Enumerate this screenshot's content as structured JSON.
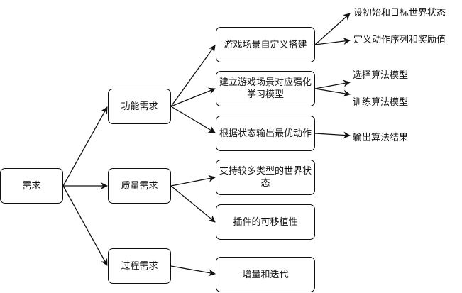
{
  "root": "需求",
  "level1": [
    "功能需求",
    "质量需求",
    "过程需求"
  ],
  "level2": [
    "游戏场景自定义搭建",
    "建立游戏场景对应强化学习模型",
    "根据状态输出最优动作",
    "支持较多类型的世界状态",
    "插件的可移植性",
    "增量和迭代"
  ],
  "leaves": [
    "设初始和目标世界状态",
    "定义动作序列和奖励值",
    "选择算法模型",
    "训练算法模型",
    "输出算法结果"
  ]
}
